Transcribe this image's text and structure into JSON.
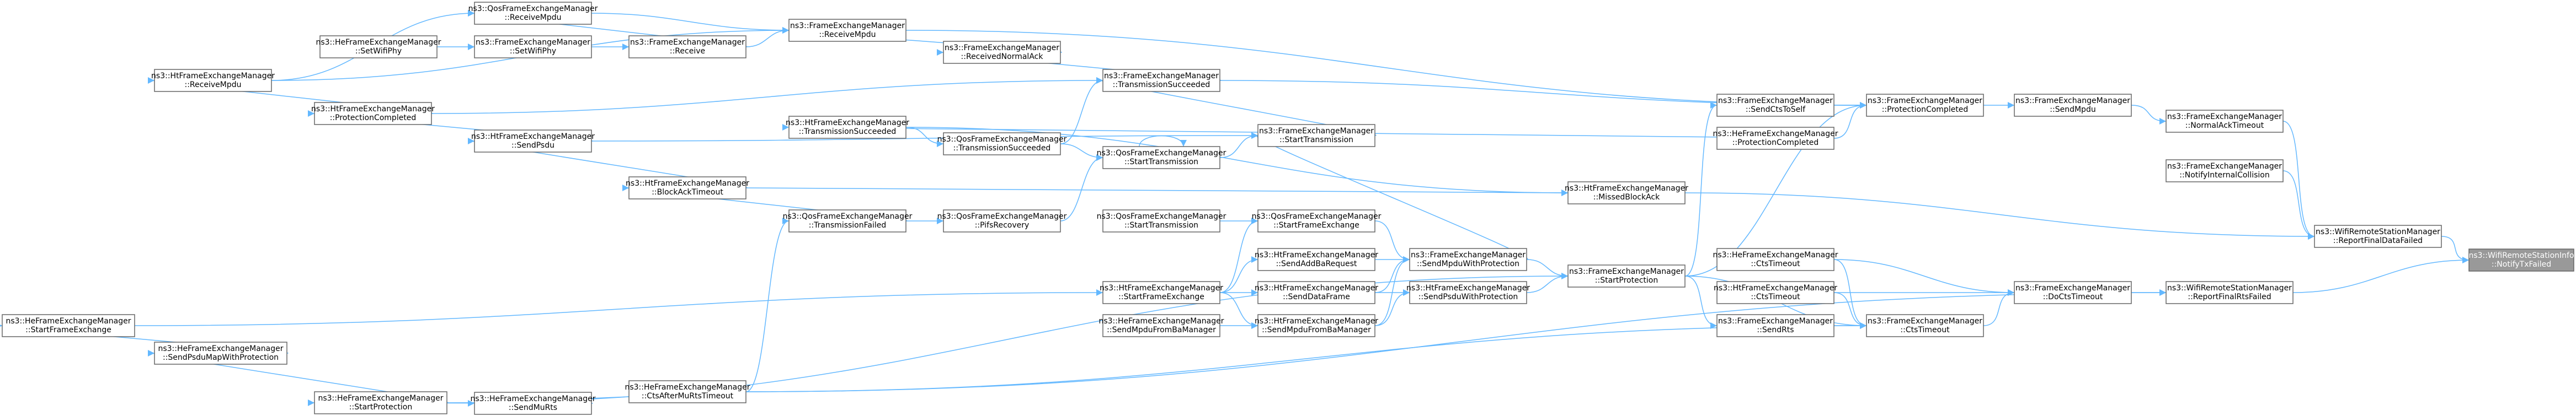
{
  "colors": {
    "node_fill": "#ffffff",
    "node_border": "#666666",
    "current_fill": "#999999",
    "current_text": "#ffffff",
    "edge": "#63b8ff",
    "background": "#ffffff"
  },
  "nodes": [
    {
      "id": "n_root",
      "lines": [
        "ns3::WifiRemoteStationInfo",
        "::NotifyTxFailed"
      ],
      "current": true
    },
    {
      "id": "n_rdf",
      "lines": [
        "ns3::WifiRemoteStationManager",
        "::ReportFinalDataFailed"
      ]
    },
    {
      "id": "n_rrf",
      "lines": [
        "ns3::WifiRemoteStationManager",
        "::ReportFinalRtsFailed"
      ]
    },
    {
      "id": "n_nat",
      "lines": [
        "ns3::FrameExchangeManager",
        "::NormalAckTimeout"
      ]
    },
    {
      "id": "n_nic",
      "lines": [
        "ns3::FrameExchangeManager",
        "::NotifyInternalCollision"
      ]
    },
    {
      "id": "n_docts",
      "lines": [
        "ns3::FrameExchangeManager",
        "::DoCtsTimeout"
      ]
    },
    {
      "id": "n_sendmpdu",
      "lines": [
        "ns3::FrameExchangeManager",
        "::SendMpdu"
      ]
    },
    {
      "id": "n_femcts",
      "lines": [
        "ns3::FrameExchangeManager",
        "::CtsTimeout"
      ]
    },
    {
      "id": "n_hects",
      "lines": [
        "ns3::HeFrameExchangeManager",
        "::CtsTimeout"
      ]
    },
    {
      "id": "n_htcts",
      "lines": [
        "ns3::HtFrameExchangeManager",
        "::CtsTimeout"
      ]
    },
    {
      "id": "n_pc",
      "lines": [
        "ns3::FrameExchangeManager",
        "::ProtectionCompleted"
      ]
    },
    {
      "id": "n_sendrts",
      "lines": [
        "ns3::FrameExchangeManager",
        "::SendRts"
      ]
    },
    {
      "id": "n_sendcts",
      "lines": [
        "ns3::FrameExchangeManager",
        "::SendCtsToSelf"
      ]
    },
    {
      "id": "n_hepc",
      "lines": [
        "ns3::HeFrameExchangeManager",
        "::ProtectionCompleted"
      ]
    },
    {
      "id": "n_startprot",
      "lines": [
        "ns3::FrameExchangeManager",
        "::StartProtection"
      ]
    },
    {
      "id": "n_missedba",
      "lines": [
        "ns3::HtFrameExchangeManager",
        "::MissedBlockAck"
      ]
    },
    {
      "id": "n_recvmpdu",
      "lines": [
        "ns3::FrameExchangeManager",
        "::ReceiveMpdu"
      ]
    },
    {
      "id": "n_recvnack",
      "lines": [
        "ns3::FrameExchangeManager",
        "::ReceivedNormalAck"
      ]
    },
    {
      "id": "n_transsucc",
      "lines": [
        "ns3::FrameExchangeManager",
        "::TransmissionSucceeded"
      ]
    },
    {
      "id": "n_starttrans",
      "lines": [
        "ns3::FrameExchangeManager",
        "::StartTransmission"
      ]
    },
    {
      "id": "n_sendmpduwp",
      "lines": [
        "ns3::FrameExchangeManager",
        "::SendMpduWithProtection"
      ]
    },
    {
      "id": "n_htsendpsdu",
      "lines": [
        "ns3::HtFrameExchangeManager",
        "::SendPsduWithProtection"
      ]
    },
    {
      "id": "n_qosrecv",
      "lines": [
        "ns3::QosFrameExchangeManager",
        "::ReceiveMpdu"
      ]
    },
    {
      "id": "n_femrecv",
      "lines": [
        "ns3::FrameExchangeManager",
        "::Receive"
      ]
    },
    {
      "id": "n_setwifiphy",
      "lines": [
        "ns3::FrameExchangeManager",
        "::SetWifiPhy"
      ]
    },
    {
      "id": "n_hesetwifiphy",
      "lines": [
        "ns3::HeFrameExchangeManager",
        "::SetWifiPhy"
      ]
    },
    {
      "id": "n_httranssucc",
      "lines": [
        "ns3::HtFrameExchangeManager",
        "::TransmissionSucceeded"
      ]
    },
    {
      "id": "n_qostranssucc",
      "lines": [
        "ns3::QosFrameExchangeManager",
        "::TransmissionSucceeded"
      ]
    },
    {
      "id": "n_qosstarttrans",
      "lines": [
        "ns3::QosFrameExchangeManager",
        "::StartTransmission"
      ]
    },
    {
      "id": "n_pifs",
      "lines": [
        "ns3::QosFrameExchangeManager",
        "::PifsRecovery"
      ]
    },
    {
      "id": "n_qosstarttrans2",
      "lines": [
        "ns3::QosFrameExchangeManager",
        "::StartTransmission"
      ]
    },
    {
      "id": "n_qosstartfe",
      "lines": [
        "ns3::QosFrameExchangeManager",
        "::StartFrameExchange"
      ]
    },
    {
      "id": "n_sendaddba",
      "lines": [
        "ns3::HtFrameExchangeManager",
        "::SendAddBaRequest"
      ]
    },
    {
      "id": "n_senddataframe",
      "lines": [
        "ns3::HtFrameExchangeManager",
        "::SendDataFrame"
      ]
    },
    {
      "id": "n_sendmpdufromba",
      "lines": [
        "ns3::HtFrameExchangeManager",
        "::SendMpduFromBaManager"
      ]
    },
    {
      "id": "n_hesendmpdufromba",
      "lines": [
        "ns3::HeFrameExchangeManager",
        "::SendMpduFromBaManager"
      ]
    },
    {
      "id": "n_htstartfe",
      "lines": [
        "ns3::HtFrameExchangeManager",
        "::StartFrameExchange"
      ]
    },
    {
      "id": "n_htrecvmpdu",
      "lines": [
        "ns3::HtFrameExchangeManager",
        "::ReceiveMpdu"
      ]
    },
    {
      "id": "n_htpc",
      "lines": [
        "ns3::HtFrameExchangeManager",
        "::ProtectionCompleted"
      ]
    },
    {
      "id": "n_htsendpsdu2",
      "lines": [
        "ns3::HtFrameExchangeManager",
        "::SendPsdu"
      ]
    },
    {
      "id": "n_htbatimeout",
      "lines": [
        "ns3::HtFrameExchangeManager",
        "::BlockAckTimeout"
      ]
    },
    {
      "id": "n_qostransfailed",
      "lines": [
        "ns3::QosFrameExchangeManager",
        "::TransmissionFailed"
      ]
    },
    {
      "id": "n_hestartfe",
      "lines": [
        "ns3::HeFrameExchangeManager",
        "::StartFrameExchange"
      ]
    },
    {
      "id": "n_hesendpsdumap",
      "lines": [
        "ns3::HeFrameExchangeManager",
        "::SendPsduMapWithProtection"
      ]
    },
    {
      "id": "n_hestartprot",
      "lines": [
        "ns3::HeFrameExchangeManager",
        "::StartProtection"
      ]
    },
    {
      "id": "n_hesendmurts",
      "lines": [
        "ns3::HeFrameExchangeManager",
        "::SendMuRts"
      ]
    },
    {
      "id": "n_hectsaftermurts",
      "lines": [
        "ns3::HeFrameExchangeManager",
        "::CtsAfterMuRtsTimeout"
      ]
    }
  ],
  "edges": [
    [
      "n_rdf",
      "n_root"
    ],
    [
      "n_rrf",
      "n_root"
    ],
    [
      "n_nat",
      "n_rdf"
    ],
    [
      "n_nic",
      "n_rdf"
    ],
    [
      "n_missedba",
      "n_rdf"
    ],
    [
      "n_docts",
      "n_rrf"
    ],
    [
      "n_hectsaftermurts",
      "n_rrf"
    ],
    [
      "n_sendmpdu",
      "n_nat"
    ],
    [
      "n_femcts",
      "n_docts"
    ],
    [
      "n_hects",
      "n_docts"
    ],
    [
      "n_htcts",
      "n_docts"
    ],
    [
      "n_pc",
      "n_sendmpdu"
    ],
    [
      "n_sendrts",
      "n_femcts"
    ],
    [
      "n_startprot",
      "n_femcts"
    ],
    [
      "n_hects",
      "n_femcts"
    ],
    [
      "n_htcts",
      "n_femcts"
    ],
    [
      "n_hectsaftermurts",
      "n_femcts"
    ],
    [
      "n_sendcts",
      "n_pc"
    ],
    [
      "n_hepc",
      "n_pc"
    ],
    [
      "n_startprot",
      "n_pc"
    ],
    [
      "n_recvmpdu",
      "n_pc"
    ],
    [
      "n_transsucc",
      "n_pc"
    ],
    [
      "n_startprot",
      "n_sendcts"
    ],
    [
      "n_startprot",
      "n_sendrts"
    ],
    [
      "n_sendmpduwp",
      "n_startprot"
    ],
    [
      "n_htsendpsdu",
      "n_startprot"
    ],
    [
      "n_hestartprot",
      "n_startprot"
    ],
    [
      "n_httranssucc",
      "n_missedba"
    ],
    [
      "n_htbatimeout",
      "n_missedba"
    ],
    [
      "n_qosrecv",
      "n_recvmpdu"
    ],
    [
      "n_femrecv",
      "n_recvmpdu"
    ],
    [
      "n_htrecvmpdu",
      "n_recvmpdu"
    ],
    [
      "n_recvnack",
      "n_recvmpdu"
    ],
    [
      "n_transsucc",
      "n_recvnack"
    ],
    [
      "n_qostranssucc",
      "n_transsucc"
    ],
    [
      "n_starttrans",
      "n_transsucc"
    ],
    [
      "n_htpc",
      "n_transsucc"
    ],
    [
      "n_qosstarttrans",
      "n_starttrans"
    ],
    [
      "n_htsendpsdu2",
      "n_starttrans"
    ],
    [
      "n_sendmpduwp",
      "n_starttrans"
    ],
    [
      "n_qosstartfe",
      "n_sendmpduwp"
    ],
    [
      "n_sendaddba",
      "n_sendmpduwp"
    ],
    [
      "n_senddataframe",
      "n_sendmpduwp"
    ],
    [
      "n_sendmpdufromba",
      "n_sendmpduwp"
    ],
    [
      "n_senddataframe",
      "n_htsendpsdu"
    ],
    [
      "n_sendmpdufromba",
      "n_htsendpsdu"
    ],
    [
      "n_setwifiphy",
      "n_femrecv"
    ],
    [
      "n_hesetwifiphy",
      "n_setwifiphy"
    ],
    [
      "n_femrecv",
      "n_qosrecv"
    ],
    [
      "n_htrecvmpdu",
      "n_qosrecv"
    ],
    [
      "n_httranssucc",
      "n_qostranssucc"
    ],
    [
      "n_qostranssucc",
      "n_qosstarttrans"
    ],
    [
      "n_pifs",
      "n_qosstarttrans"
    ],
    [
      "n_qosstarttrans",
      "n_qosstarttrans"
    ],
    [
      "n_qostransfailed",
      "n_pifs"
    ],
    [
      "n_qosstarttrans2",
      "n_qosstartfe"
    ],
    [
      "n_htstartfe",
      "n_qosstartfe"
    ],
    [
      "n_htstartfe",
      "n_sendaddba"
    ],
    [
      "n_htstartfe",
      "n_senddataframe"
    ],
    [
      "n_htstartfe",
      "n_sendmpdufromba"
    ],
    [
      "n_hesendmpdufromba",
      "n_sendmpdufromba"
    ],
    [
      "n_hestartfe",
      "n_htstartfe"
    ],
    [
      "n_htpc",
      "n_htrecvmpdu"
    ],
    [
      "n_htsendpsdu2",
      "n_htpc"
    ],
    [
      "n_htbatimeout",
      "n_htsendpsdu2"
    ],
    [
      "n_qostransfailed",
      "n_htbatimeout"
    ],
    [
      "n_hectsaftermurts",
      "n_qostransfailed"
    ],
    [
      "n_hesendpsdumap",
      "n_hestartfe"
    ],
    [
      "n_hestartprot",
      "n_hesendpsdumap"
    ],
    [
      "n_hesendmurts",
      "n_hestartprot"
    ],
    [
      "n_hectsaftermurts",
      "n_hesendmurts"
    ],
    [
      "n_hepc",
      "n_httranssucc"
    ]
  ]
}
